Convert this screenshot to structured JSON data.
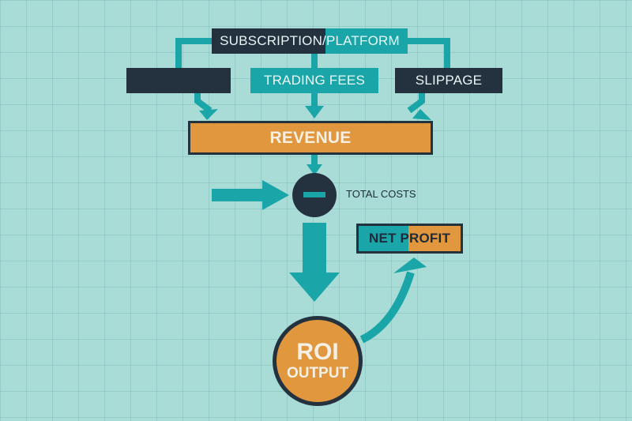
{
  "nodes": {
    "subscription": "SUBSCRIPTION/PLATFORM",
    "source_left": "",
    "trading_fees": "TRADING FEES",
    "slippage": "SLIPPAGE",
    "revenue": "REVENUE",
    "subtract_symbol": "–",
    "total_costs": "TOTAL COSTS",
    "net_profit": "NET PROFIT",
    "roi_line1": "ROI",
    "roi_line2": "OUTPUT"
  },
  "colors": {
    "teal": "#1aa6a8",
    "navy": "#24313f",
    "orange": "#e0973d",
    "background": "#a9dcd7"
  }
}
